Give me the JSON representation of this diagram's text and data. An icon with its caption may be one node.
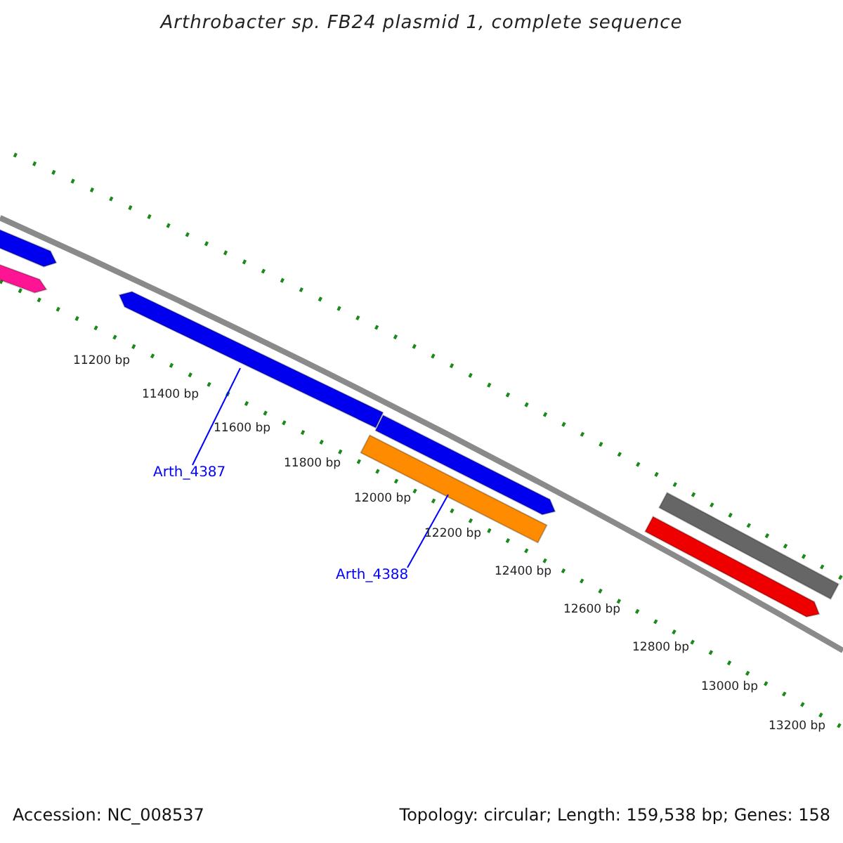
{
  "diagram": {
    "title": "Arthrobacter sp. FB24 plasmid 1, complete sequence",
    "nodes": [
      {
        "text": [],
        "shape": "bar"
      },
      {
        "text": [],
        "shape": "bar"
      },
      {
        "text": [],
        "shape": "bar"
      },
      {
        "text": [
          "Arth_4387"
        ]
      },
      {
        "text": [],
        "shape": "bar"
      },
      {
        "text": [],
        "shape": "bar"
      },
      {
        "text": [
          "Arth_4388"
        ]
      },
      {
        "text": [],
        "shape": "bar"
      },
      {
        "text": [],
        "shape": "bar"
      }
    ],
    "edges": [
      {
        "from": 3,
        "to": 2,
        "arrow": "none"
      },
      {
        "from": 6,
        "to": 5,
        "arrow": "none"
      }
    ],
    "labels": [
      "11200 bp",
      "11400 bp",
      "11600 bp",
      "11800 bp",
      "12000 bp",
      "12200 bp",
      "12400 bp",
      "12600 bp",
      "12800 bp",
      "13000 bp",
      "13200 bp",
      "Accession: NC_008537",
      "Topology: circular; Length: 159,538 bp; Genes: 158"
    ]
  }
}
